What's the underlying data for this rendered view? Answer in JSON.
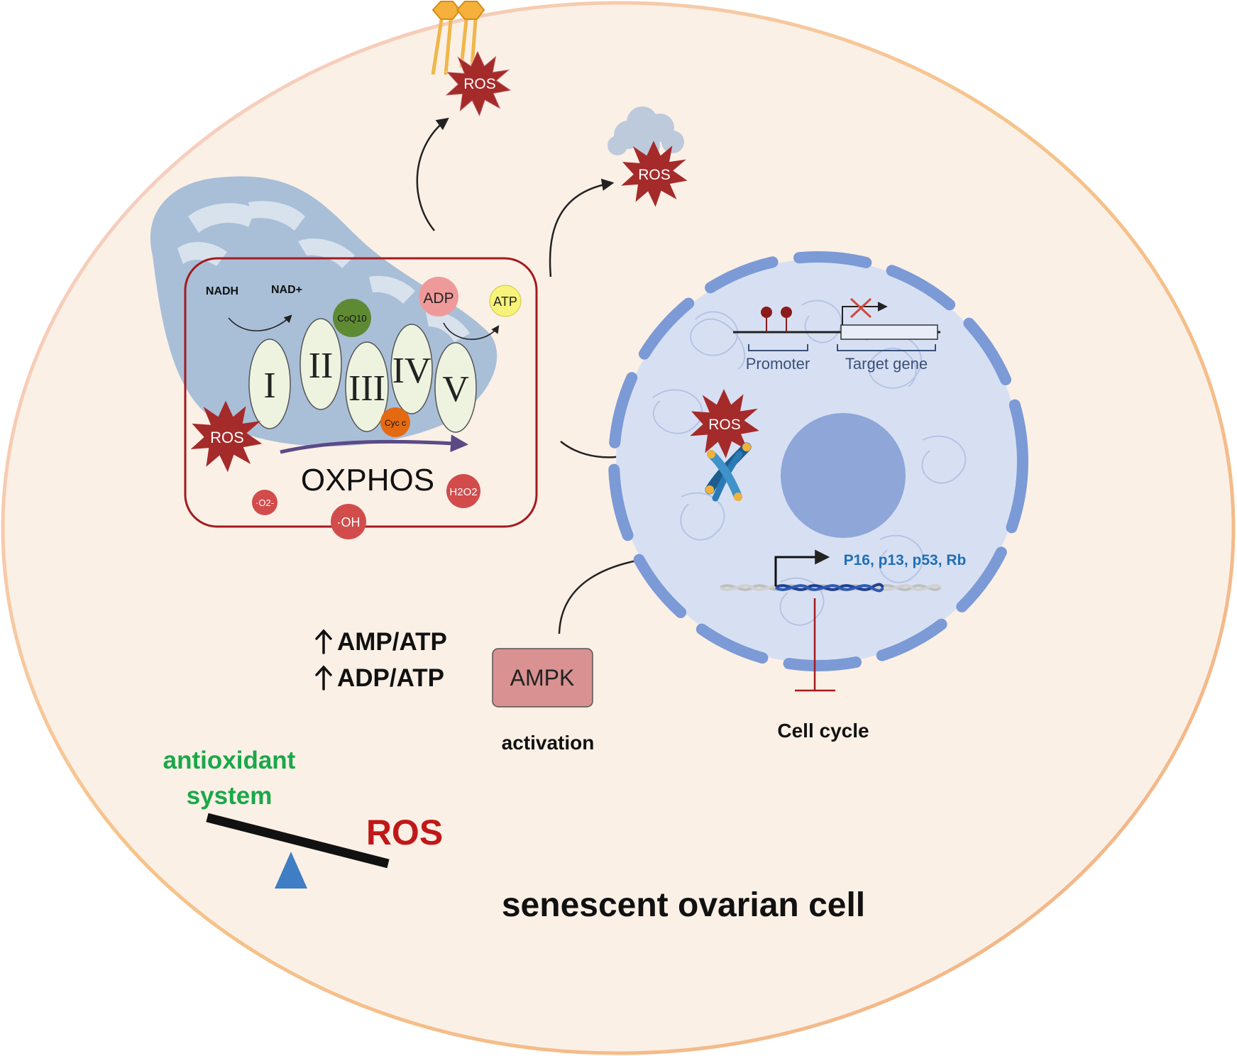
{
  "labels": {
    "ros": "ROS",
    "nadh": "NADH",
    "nad_plus": "NAD+",
    "coq10": "CoQ10",
    "adp": "ADP",
    "atp": "ATP",
    "complex_1": "I",
    "complex_2": "II",
    "complex_3": "III",
    "complex_4": "IV",
    "complex_5": "V",
    "cyt_c": "Cyc c",
    "oxphos": "OXPHOS",
    "superoxide": "·O2-",
    "hydroxyl": "·OH",
    "h2o2": "H2O2",
    "promoter": "Promoter",
    "target_gene": "Target gene",
    "genes": "P16, p13, p53, Rb",
    "amp_atp": "AMP/ATP",
    "adp_atp": "ADP/ATP",
    "ampk": "AMPK",
    "activation": "activation",
    "cell_cycle": "Cell cycle",
    "antioxidant_line1": "antioxidant",
    "antioxidant_line2": "system",
    "ros_balance": "ROS",
    "cell_title": "senescent ovarian cell"
  },
  "colors": {
    "cell_fill": "#fbf0e6",
    "membrane_gold": "#f5c07a",
    "membrane_pink": "#f7cfd4",
    "mito_blue": "#a9bfd8",
    "oxphos_border": "#a31a1e",
    "ros_burst": "#a52a2a",
    "nucleus_fill": "#d7e0f3",
    "nucleus_envelope": "#7b9ad6",
    "nucleolus": "#8ea6d8",
    "ampk_box": "#d99191",
    "gene_text": "#1f6fb5",
    "antioxidant_green": "#1aa84a",
    "ros_red": "#c01818",
    "fulcrum_blue": "#3f7ec4"
  },
  "icons": [
    "arrow-up-icon",
    "ros-burst-icon",
    "chromosome-icon",
    "receptor-icon",
    "protein-cloud-icon",
    "dna-helix-icon",
    "inhibition-bar-icon"
  ]
}
